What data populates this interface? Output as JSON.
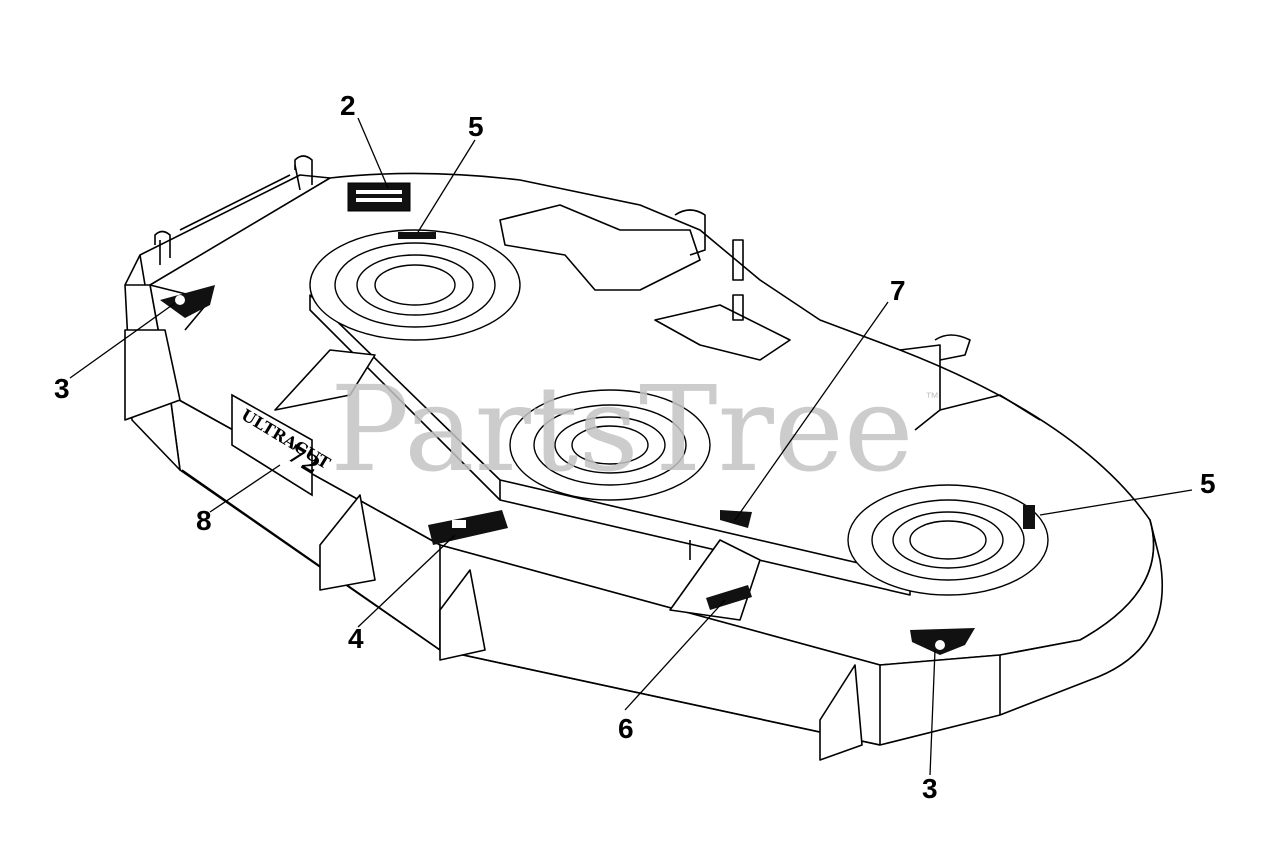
{
  "watermark": {
    "text": "PartsTree",
    "trademark": "™"
  },
  "deck_badge": {
    "text_1": "ULTRACUT",
    "text_2": "72"
  },
  "callouts": [
    {
      "id": "c-2-top",
      "label": "2"
    },
    {
      "id": "c-5-top",
      "label": "5"
    },
    {
      "id": "c-3-left",
      "label": "3"
    },
    {
      "id": "c-7",
      "label": "7"
    },
    {
      "id": "c-5-right",
      "label": "5"
    },
    {
      "id": "c-8",
      "label": "8"
    },
    {
      "id": "c-4",
      "label": "4"
    },
    {
      "id": "c-6",
      "label": "6"
    },
    {
      "id": "c-3-bottom",
      "label": "3"
    }
  ]
}
